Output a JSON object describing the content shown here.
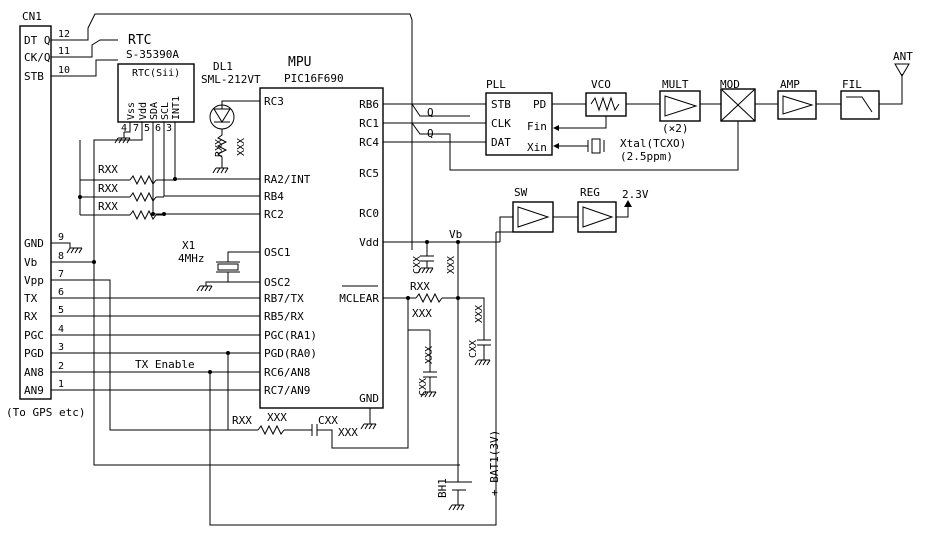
{
  "connector": {
    "ref": "CN1",
    "note": "(To GPS etc)",
    "pins": [
      {
        "num": "12",
        "label": "DT Q"
      },
      {
        "num": "11",
        "label": "CK/Q"
      },
      {
        "num": "10",
        "label": "STB"
      },
      {
        "num": "9",
        "label": "GND"
      },
      {
        "num": "8",
        "label": "Vb"
      },
      {
        "num": "7",
        "label": "Vpp"
      },
      {
        "num": "6",
        "label": "TX"
      },
      {
        "num": "5",
        "label": "RX"
      },
      {
        "num": "4",
        "label": "PGC"
      },
      {
        "num": "3",
        "label": "PGD"
      },
      {
        "num": "2",
        "label": "AN8"
      },
      {
        "num": "1",
        "label": "AN9"
      }
    ]
  },
  "rtc": {
    "title": "RTC",
    "part": "S-35390A",
    "inner": "RTC(Sii)",
    "pins": [
      "Vss",
      "Vdd",
      "SDA",
      "SCL",
      "INT1"
    ],
    "pin_nums": [
      "4",
      "7",
      "5",
      "6",
      "3"
    ]
  },
  "led": {
    "ref": "DL1",
    "part": "SML-212VT",
    "res": "RXX",
    "res_val": "XXX"
  },
  "mpu": {
    "title": "MPU",
    "part": "PIC16F690",
    "left_pins": [
      "RC3",
      "RA2/INT",
      "RB4",
      "RC2",
      "OSC1",
      "OSC2",
      "RB7/TX",
      "RB5/RX",
      "PGC(RA1)",
      "PGD(RA0)",
      "RC6/AN8",
      "RC7/AN9"
    ],
    "right_pins": [
      "RB6",
      "RC1",
      "RC4",
      "RC5",
      "RC0",
      "Vdd",
      "MCLEAR",
      "GND"
    ]
  },
  "xtal": {
    "ref": "X1",
    "freq": "4MHz"
  },
  "pull_resistors": [
    "RXX",
    "RXX",
    "RXX"
  ],
  "signals": {
    "q1": "Q",
    "q2": "Q",
    "tx_enable": "TX Enable",
    "vb": "Vb"
  },
  "rf_chain": {
    "pll": {
      "title": "PLL",
      "pins": [
        "STB",
        "CLK",
        "DAT",
        "PD",
        "Fin",
        "Xin"
      ]
    },
    "vco": "VCO",
    "mult": "MULT",
    "mult_factor": "(×2)",
    "mod": "MOD",
    "amp": "AMP",
    "fil": "FIL",
    "ant": "ANT",
    "tcxo": {
      "label": "Xtal(TCXO)",
      "freq": "(2.5ppm)"
    }
  },
  "power": {
    "sw": "SW",
    "reg": "REG",
    "out": "2.3V"
  },
  "passives": {
    "cxx": "CXX",
    "xxx": "XXX",
    "rxx": "RXX"
  },
  "battery": {
    "ref": "BH1",
    "label": "+ BAT1(3V)"
  }
}
